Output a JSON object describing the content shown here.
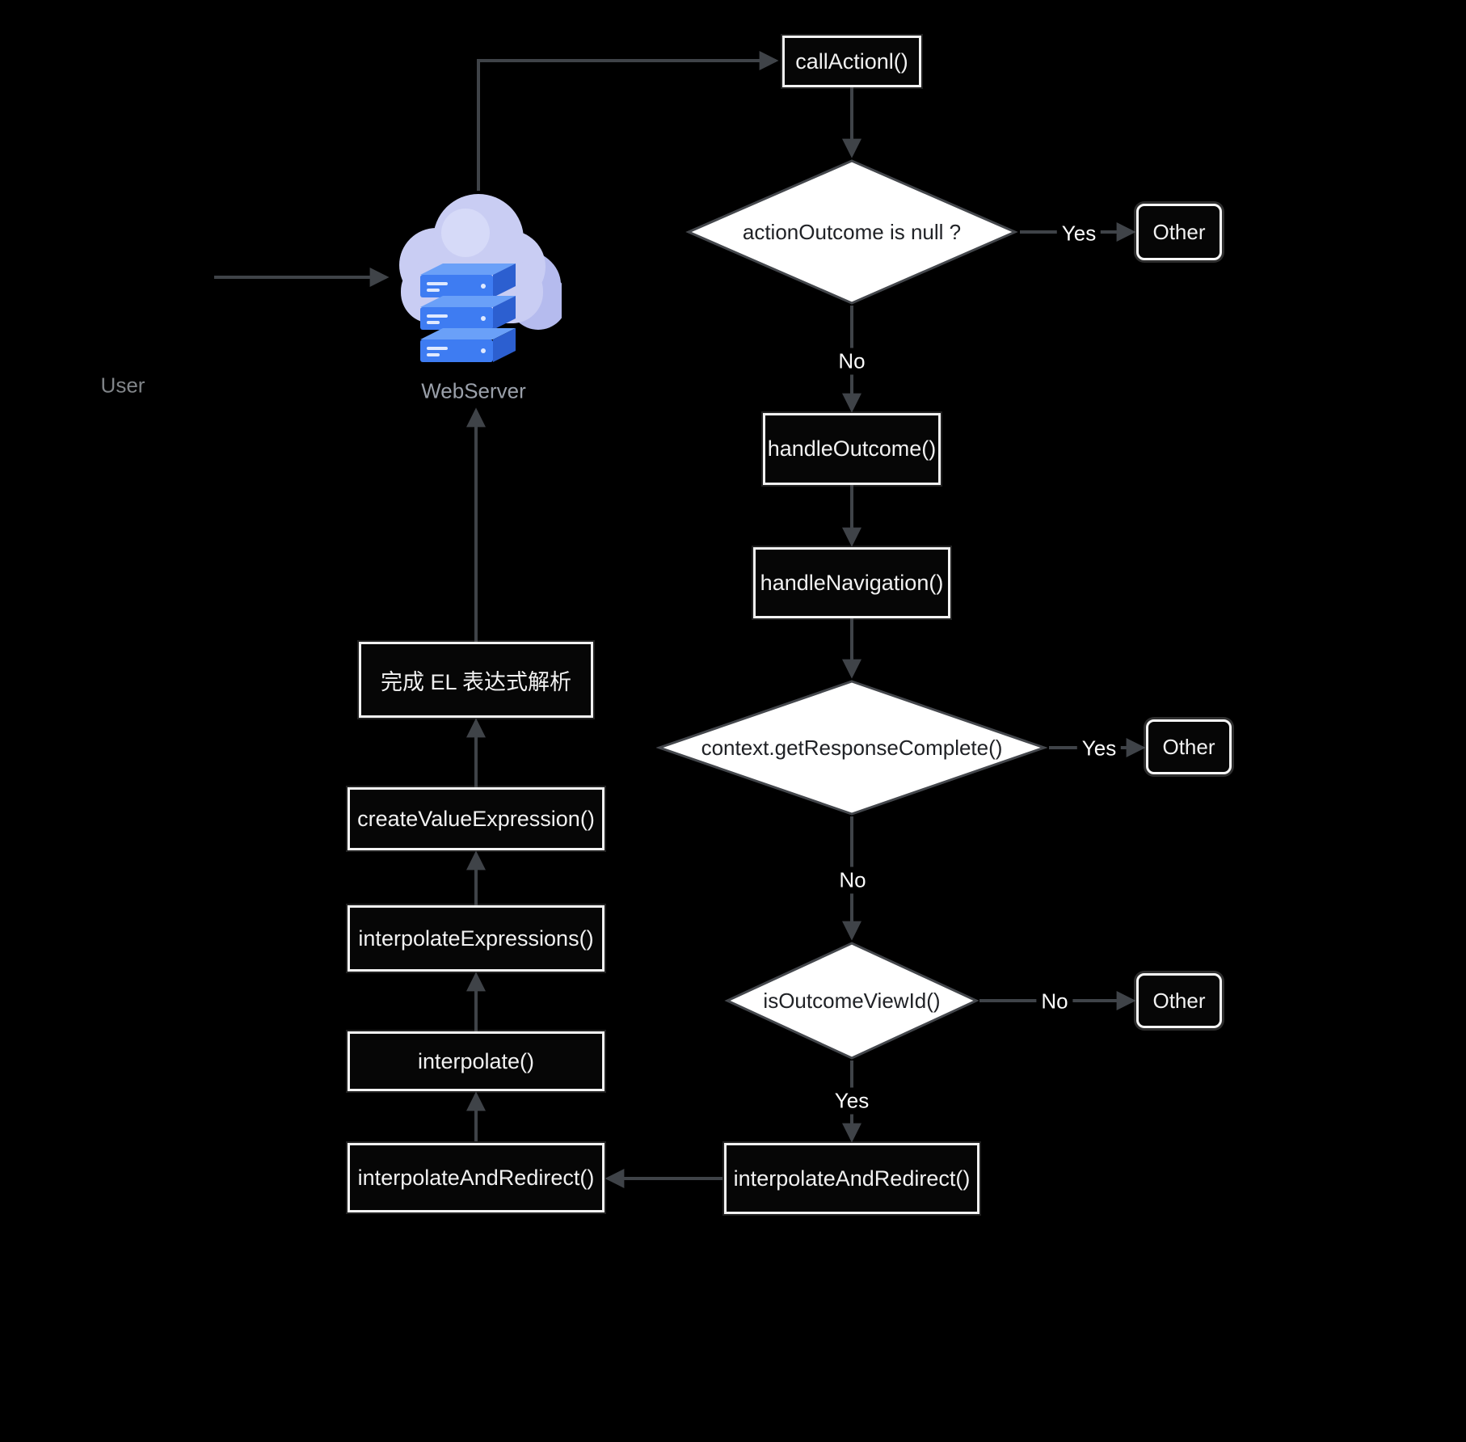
{
  "actors": {
    "user": "User",
    "webserver": "WebServer"
  },
  "icons": {
    "webserver": "cloud-server-icon"
  },
  "nodes": {
    "call_action": "callActionl()",
    "action_outcome_null": "actionOutcome is null ?",
    "other_1": "Other",
    "handle_outcome": "handleOutcome()",
    "handle_navigation": "handleNavigation()",
    "response_complete": "context.getResponseComplete()",
    "other_2": "Other",
    "is_outcome_viewid": "isOutcomeViewId()",
    "other_3": "Other",
    "interpolate_and_redirect_right": "interpolateAndRedirect()",
    "interpolate_and_redirect_left": "interpolateAndRedirect()",
    "interpolate": "interpolate()",
    "interpolate_expressions": "interpolateExpressions()",
    "create_value_expression": "createValueExpression()",
    "el_expression_done": "完成 EL 表达式解析"
  },
  "edge_labels": {
    "outcome_yes": "Yes",
    "outcome_no": "No",
    "response_yes": "Yes",
    "response_no": "No",
    "viewid_no": "No",
    "viewid_yes": "Yes"
  },
  "colors": {
    "background": "#000000",
    "connector": "#3f4348",
    "box_border": "#f2f2f2",
    "box_text": "#f1f1f1",
    "diamond_fill": "#ffffff",
    "diamond_text": "#202226",
    "edge_label_text": "#fbfbfb",
    "cloud": "#c9cdf3",
    "server_blue": "#3e7cf2"
  }
}
